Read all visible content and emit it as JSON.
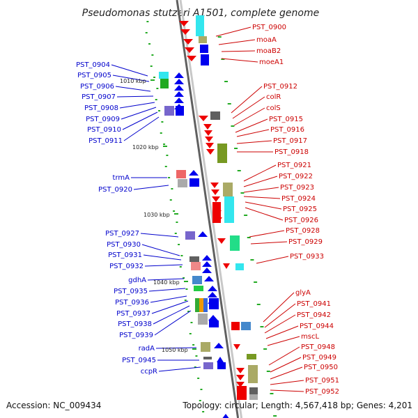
{
  "title": "Pseudomonas stutzeri A1501, complete genome",
  "footer": {
    "accession": "Accession: NC_009434",
    "summary": "Topology: circular; Length: 4,567,418 bp; Genes: 4,201"
  },
  "scale_marks": [
    "1010 kbp",
    "1020 kbp",
    "1030 kbp",
    "1040 kbp",
    "1050 kbp"
  ],
  "left_labels": [
    "PST_0904",
    "PST_0905",
    "PST_0906",
    "PST_0907",
    "PST_0908",
    "PST_0909",
    "PST_0910",
    "PST_0911",
    "trmA",
    "PST_0920",
    "PST_0927",
    "PST_0930",
    "PST_0931",
    "PST_0932",
    "gdhA",
    "PST_0935",
    "PST_0936",
    "PST_0937",
    "PST_0938",
    "PST_0939",
    "radA",
    "PST_0945",
    "ccpR"
  ],
  "right_labels": [
    "PST_0900",
    "moaA",
    "moaB2",
    "moeA1",
    "PST_0912",
    "colR",
    "colS",
    "PST_0915",
    "PST_0916",
    "PST_0917",
    "PST_0918",
    "PST_0921",
    "PST_0922",
    "PST_0923",
    "PST_0924",
    "PST_0925",
    "PST_0926",
    "PST_0928",
    "PST_0929",
    "PST_0933",
    "glyA",
    "PST_0941",
    "PST_0942",
    "PST_0944",
    "mscL",
    "PST_0948",
    "PST_0949",
    "PST_0950",
    "PST_0951",
    "PST_0952"
  ],
  "colors": {
    "left_label": "#0000cc",
    "right_label": "#cc0000",
    "backbone": "#a0a0a0",
    "forward_arrow": "#0000ee",
    "reverse_arrow": "#ee0000",
    "tick": "#22aa22",
    "leader_left": "#0000cc",
    "leader_right": "#cc0000"
  }
}
